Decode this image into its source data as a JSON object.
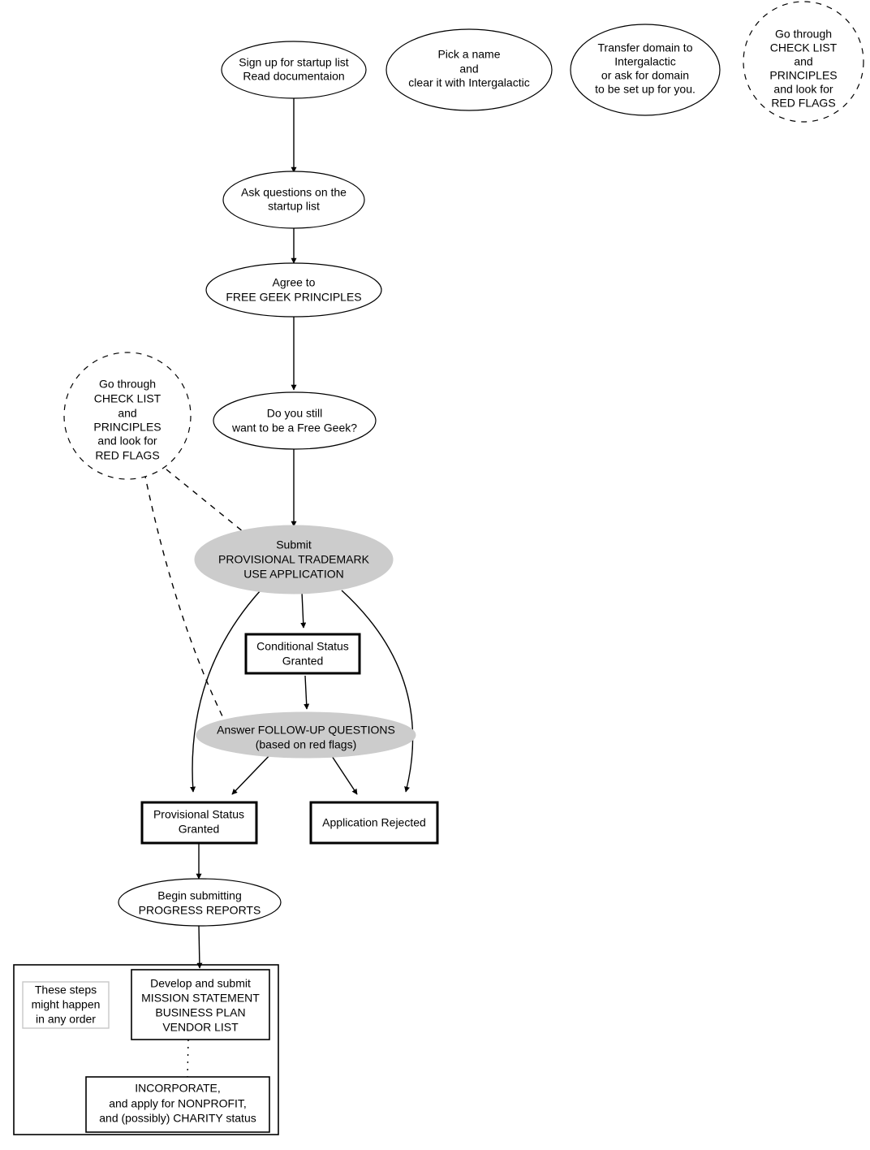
{
  "diagram": {
    "title": "Free Geek startup / trademark application flowchart",
    "colors": {
      "background": "#ffffff",
      "stroke": "#000000",
      "shaded_fill": "#cccccc",
      "plain_fill": "#ffffff",
      "faint_border": "#c8c8c8"
    },
    "nodes": [
      {
        "id": "signup",
        "shape": "ellipse",
        "style": "solid",
        "fill": "#ffffff",
        "lines": [
          "Sign up for startup list",
          "Read documentaion"
        ]
      },
      {
        "id": "pickname",
        "shape": "ellipse",
        "style": "solid",
        "fill": "#ffffff",
        "lines": [
          "Pick a name",
          "and",
          "clear it with Intergalactic"
        ]
      },
      {
        "id": "domain",
        "shape": "ellipse",
        "style": "solid",
        "fill": "#ffffff",
        "lines": [
          "Transfer domain to",
          "Intergalactic",
          "or ask for domain",
          "to be set up for you."
        ]
      },
      {
        "id": "checklist-right",
        "shape": "circle",
        "style": "dashed",
        "fill": "#ffffff",
        "lines": [
          "Go through",
          "CHECK LIST",
          "and",
          "PRINCIPLES",
          "and look for",
          "RED FLAGS"
        ]
      },
      {
        "id": "ask-questions",
        "shape": "ellipse",
        "style": "solid",
        "fill": "#ffffff",
        "lines": [
          "Ask questions on the",
          "startup list"
        ]
      },
      {
        "id": "agree",
        "shape": "ellipse",
        "style": "solid",
        "fill": "#ffffff",
        "lines": [
          "Agree to",
          "FREE GEEK PRINCIPLES"
        ]
      },
      {
        "id": "checklist-left",
        "shape": "circle",
        "style": "dashed",
        "fill": "#ffffff",
        "lines": [
          "Go through",
          "CHECK LIST",
          "and",
          "PRINCIPLES",
          "and look for",
          "RED FLAGS"
        ]
      },
      {
        "id": "still-want",
        "shape": "ellipse",
        "style": "solid",
        "fill": "#ffffff",
        "lines": [
          "Do you still",
          "want to be a Free Geek?"
        ]
      },
      {
        "id": "submit",
        "shape": "ellipse",
        "style": "solid",
        "fill": "#cccccc",
        "lines": [
          "Submit",
          "PROVISIONAL TRADEMARK",
          "USE APPLICATION"
        ]
      },
      {
        "id": "conditional",
        "shape": "box",
        "style": "solid",
        "fill": "#ffffff",
        "lines": [
          "Conditional Status",
          "Granted"
        ]
      },
      {
        "id": "followup",
        "shape": "ellipse",
        "style": "solid",
        "fill": "#cccccc",
        "lines": [
          "Answer FOLLOW-UP QUESTIONS",
          "(based on red flags)"
        ]
      },
      {
        "id": "provisional",
        "shape": "box",
        "style": "solid",
        "fill": "#ffffff",
        "lines": [
          "Provisional Status",
          "Granted"
        ]
      },
      {
        "id": "rejected",
        "shape": "box",
        "style": "solid",
        "fill": "#ffffff",
        "lines": [
          "Application Rejected"
        ]
      },
      {
        "id": "progress",
        "shape": "ellipse",
        "style": "solid",
        "fill": "#ffffff",
        "lines": [
          "Begin submitting",
          "PROGRESS REPORTS"
        ]
      },
      {
        "id": "cluster-note",
        "shape": "box",
        "style": "faint",
        "fill": "#ffffff",
        "lines": [
          "These steps",
          "might happen",
          "in any order"
        ]
      },
      {
        "id": "develop",
        "shape": "box",
        "style": "solid",
        "fill": "#ffffff",
        "lines": [
          "Develop and submit",
          "MISSION STATEMENT",
          "BUSINESS PLAN",
          "VENDOR LIST"
        ]
      },
      {
        "id": "incorporate",
        "shape": "box",
        "style": "solid",
        "fill": "#ffffff",
        "lines": [
          "INCORPORATE,",
          "and apply for NONPROFIT,",
          "and (possibly) CHARITY status"
        ]
      }
    ],
    "edges": [
      {
        "from": "signup",
        "to": "ask-questions",
        "style": "solid",
        "arrow": true
      },
      {
        "from": "ask-questions",
        "to": "agree",
        "style": "solid",
        "arrow": true
      },
      {
        "from": "agree",
        "to": "still-want",
        "style": "solid",
        "arrow": true
      },
      {
        "from": "still-want",
        "to": "submit",
        "style": "solid",
        "arrow": true
      },
      {
        "from": "checklist-left",
        "to": "submit",
        "style": "dashed",
        "arrow": false
      },
      {
        "from": "checklist-left",
        "to": "followup",
        "style": "dashed",
        "arrow": false
      },
      {
        "from": "submit",
        "to": "conditional",
        "style": "solid",
        "arrow": true
      },
      {
        "from": "submit",
        "to": "provisional",
        "style": "solid",
        "arrow": true
      },
      {
        "from": "submit",
        "to": "rejected",
        "style": "solid",
        "arrow": true
      },
      {
        "from": "conditional",
        "to": "followup",
        "style": "solid",
        "arrow": true
      },
      {
        "from": "followup",
        "to": "provisional",
        "style": "solid",
        "arrow": true
      },
      {
        "from": "followup",
        "to": "rejected",
        "style": "solid",
        "arrow": true
      },
      {
        "from": "provisional",
        "to": "progress",
        "style": "solid",
        "arrow": true
      },
      {
        "from": "progress",
        "to": "develop",
        "style": "solid",
        "arrow": true
      },
      {
        "from": "develop",
        "to": "incorporate",
        "style": "dotted",
        "arrow": false
      }
    ]
  }
}
